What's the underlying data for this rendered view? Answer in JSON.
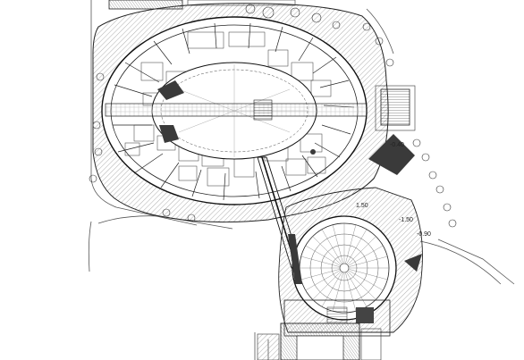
{
  "drawing": {
    "ink": "#1a1a1a",
    "hatch": "#9a9a9a",
    "dark_fill": "#3a3a3a",
    "paper": "#ffffff"
  },
  "levels": [
    {
      "id": "level-east",
      "text": "-0.40"
    },
    {
      "id": "level-a",
      "text": "1.50"
    },
    {
      "id": "level-b",
      "text": "-1.50"
    },
    {
      "id": "level-c",
      "text": "-0.90"
    }
  ]
}
